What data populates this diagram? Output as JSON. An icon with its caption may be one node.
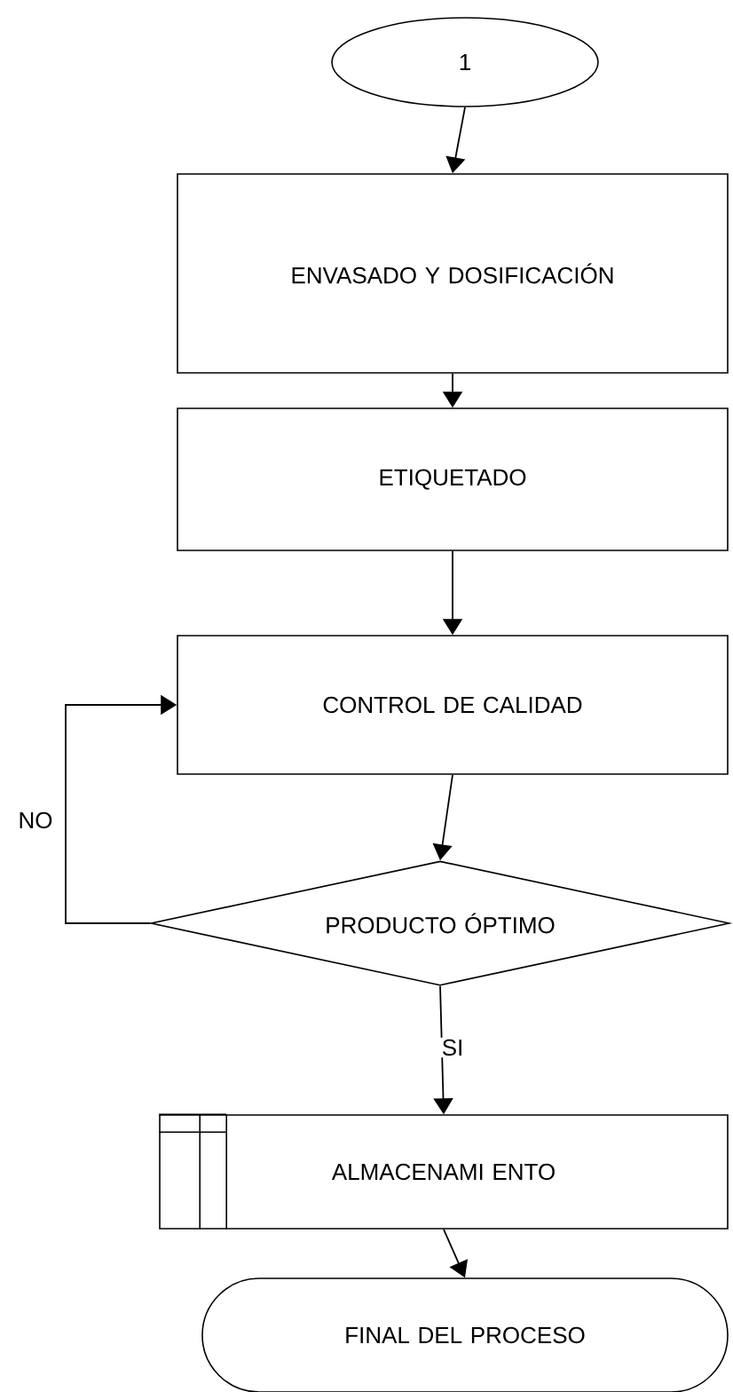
{
  "diagram": {
    "nodes": [
      {
        "text": [
          "1"
        ]
      },
      {
        "text": [
          "ENVASADO Y DOSIFICACIÓN"
        ]
      },
      {
        "text": [
          "ETIQUETADO"
        ]
      },
      {
        "text": [
          "CONTROL DE CALIDAD"
        ]
      },
      {
        "text": [
          "PRODUCTO ÓPTIMO"
        ]
      },
      {
        "text": [
          "ALMACENAMI ENTO"
        ]
      },
      {
        "text": [
          "FINAL DEL PROCESO"
        ]
      }
    ],
    "edges": [
      {
        "from": 0,
        "to": 1,
        "arrow": "to"
      },
      {
        "from": 1,
        "to": 2,
        "arrow": "to"
      },
      {
        "from": 2,
        "to": 3,
        "arrow": "to"
      },
      {
        "from": 3,
        "to": 4,
        "arrow": "to"
      },
      {
        "from": 4,
        "to": 5,
        "arrow": "to",
        "label": "SI"
      },
      {
        "from": 4,
        "to": 3,
        "arrow": "to",
        "label": "NO"
      },
      {
        "from": 5,
        "to": 6,
        "arrow": "to"
      }
    ]
  }
}
